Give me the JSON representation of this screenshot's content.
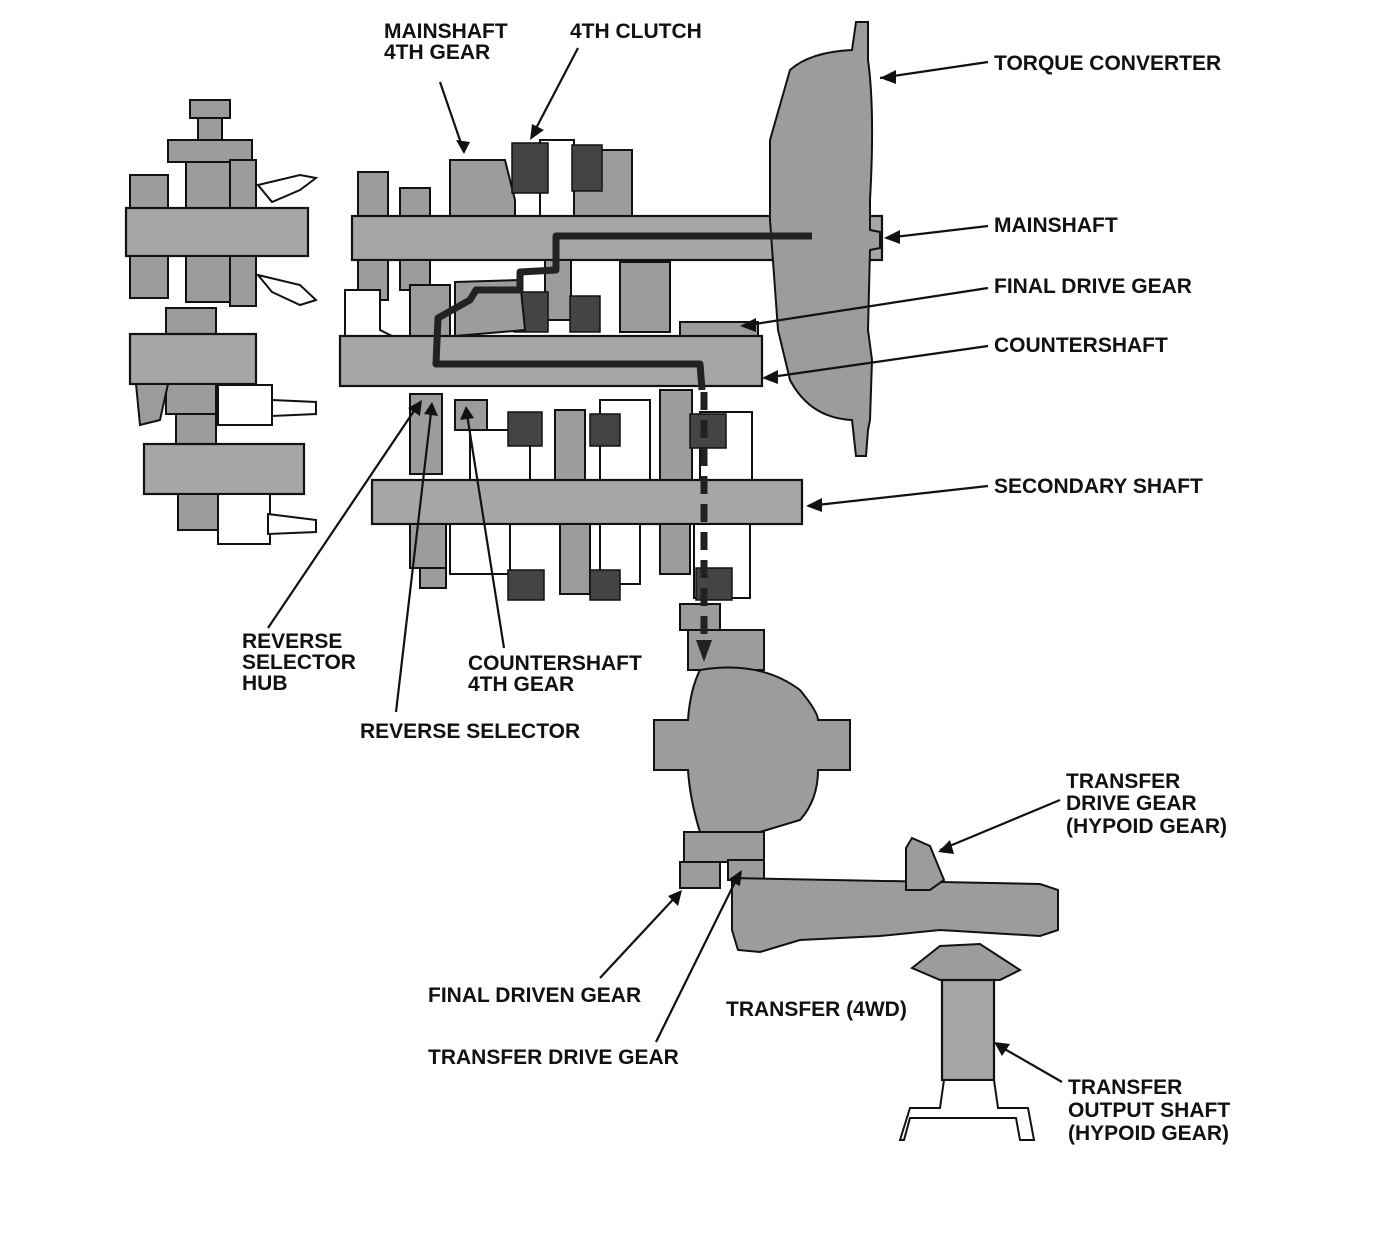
{
  "labels": {
    "mainshaft_4th_gear": [
      "MAINSHAFT",
      "4TH GEAR"
    ],
    "fourth_clutch": "4TH CLUTCH",
    "torque_converter": "TORQUE CONVERTER",
    "mainshaft": "MAINSHAFT",
    "final_drive_gear": "FINAL DRIVE GEAR",
    "countershaft": "COUNTERSHAFT",
    "secondary_shaft": "SECONDARY SHAFT",
    "reverse_selector_hub": [
      "REVERSE",
      "SELECTOR",
      "HUB"
    ],
    "countershaft_4th_gear": [
      "COUNTERSHAFT",
      "4TH GEAR"
    ],
    "reverse_selector": "REVERSE SELECTOR",
    "transfer_drive_gear_hypoid": [
      "TRANSFER",
      "DRIVE GEAR",
      "(HYPOID GEAR)"
    ],
    "final_driven_gear": "FINAL DRIVEN GEAR",
    "transfer_4wd": "TRANSFER (4WD)",
    "transfer_drive_gear": "TRANSFER DRIVE GEAR",
    "transfer_output_shaft": [
      "TRANSFER",
      "OUTPUT SHAFT",
      "(HYPOID GEAR)"
    ]
  },
  "colors": {
    "ink": "#111111",
    "part_fill": "#9c9c9c",
    "shaft_fill": "#a6a6a6",
    "power_flow": "#222222"
  }
}
